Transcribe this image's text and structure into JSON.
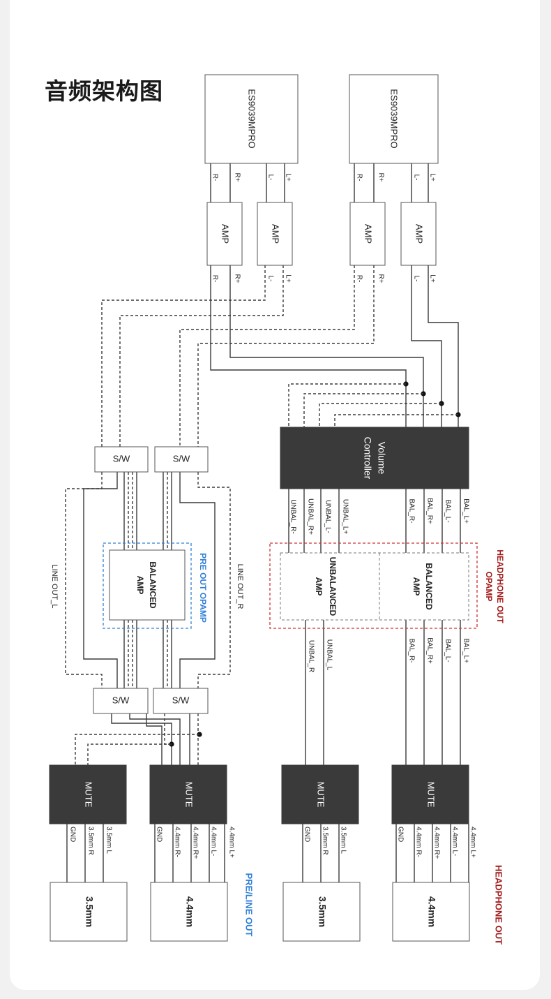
{
  "title": "音频架构图",
  "dac1": "ES9039MPRO",
  "dac2": "ES9039MPRO",
  "amp_label": "AMP",
  "dac_pins": [
    "R-",
    "R+",
    "L-",
    "L+"
  ],
  "sw_label": "S/W",
  "volume_controller": "Volume Controller",
  "unbal_vc_outputs": [
    "UNBAL_R-",
    "UNBAL_R+",
    "UNBAL_L-",
    "UNBAL_L+"
  ],
  "bal_vc_outputs": [
    "BAL_R-",
    "BAL_R+",
    "BAL_L-",
    "BAL_L+"
  ],
  "pre_out_opamp": "PRE OUT OPAMP",
  "balanced_amp": "BALANCED AMP",
  "unbalanced_amp": "UNBALANCED AMP",
  "headphone_out_opamp": "HEADPHONE OUT OPAMP",
  "line_out_l": "LINE OUT_L",
  "line_out_r": "LINE OUT_R",
  "unbal_hp_outputs": [
    "UNBAL_R",
    "UNBAL_L"
  ],
  "mute_label": "MUTE",
  "pins_35": [
    "GND",
    "3.5mm R",
    "3.5mm L"
  ],
  "pins_44": [
    "GND",
    "4.4mm R-",
    "4.4mm R+",
    "4.4mm L-",
    "4.4mm L+"
  ],
  "jack_35": "3.5mm",
  "jack_44": "4.4mm",
  "pre_line_out": "PRE/LINE OUT",
  "headphone_out": "HEADPHONE OUT",
  "colors": {
    "blue": "#2f7fd6",
    "red": "#a21a1a",
    "dark": "#3a3a3a"
  }
}
